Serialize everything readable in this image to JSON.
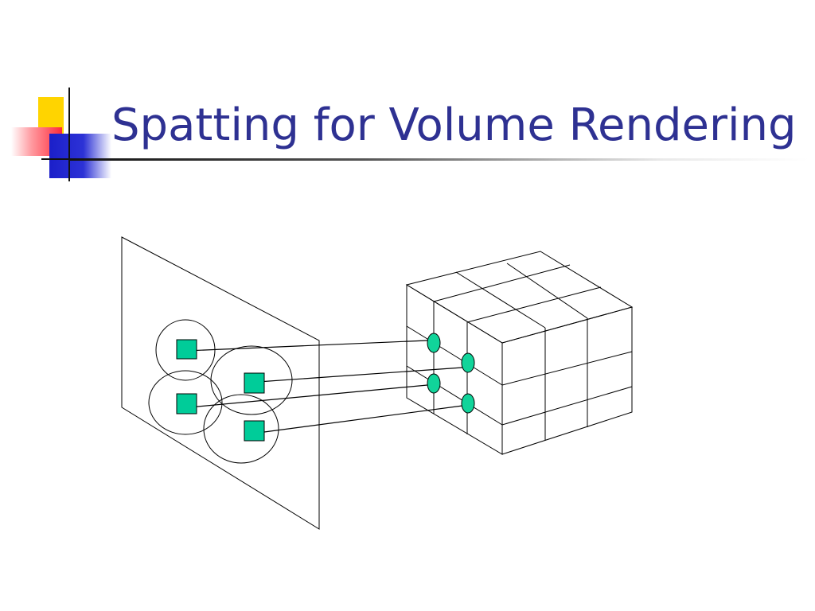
{
  "slide": {
    "title": "Spatting for Volume Rendering"
  },
  "colors": {
    "title": "#2e3192",
    "stroke": "#000000",
    "splat_fill": "#00cc99",
    "voxel_fill": "#11d49a",
    "logo_yellow": "#ffd400",
    "logo_red": "#ff2a3a",
    "logo_blue": "#1b1fc9"
  },
  "diagram": {
    "components": [
      "image-plane",
      "voxel-grid-cube",
      "voxel-points",
      "footprint-circles",
      "splat-squares",
      "projection-arrows"
    ],
    "voxel_count": 4,
    "splat_count": 4
  }
}
